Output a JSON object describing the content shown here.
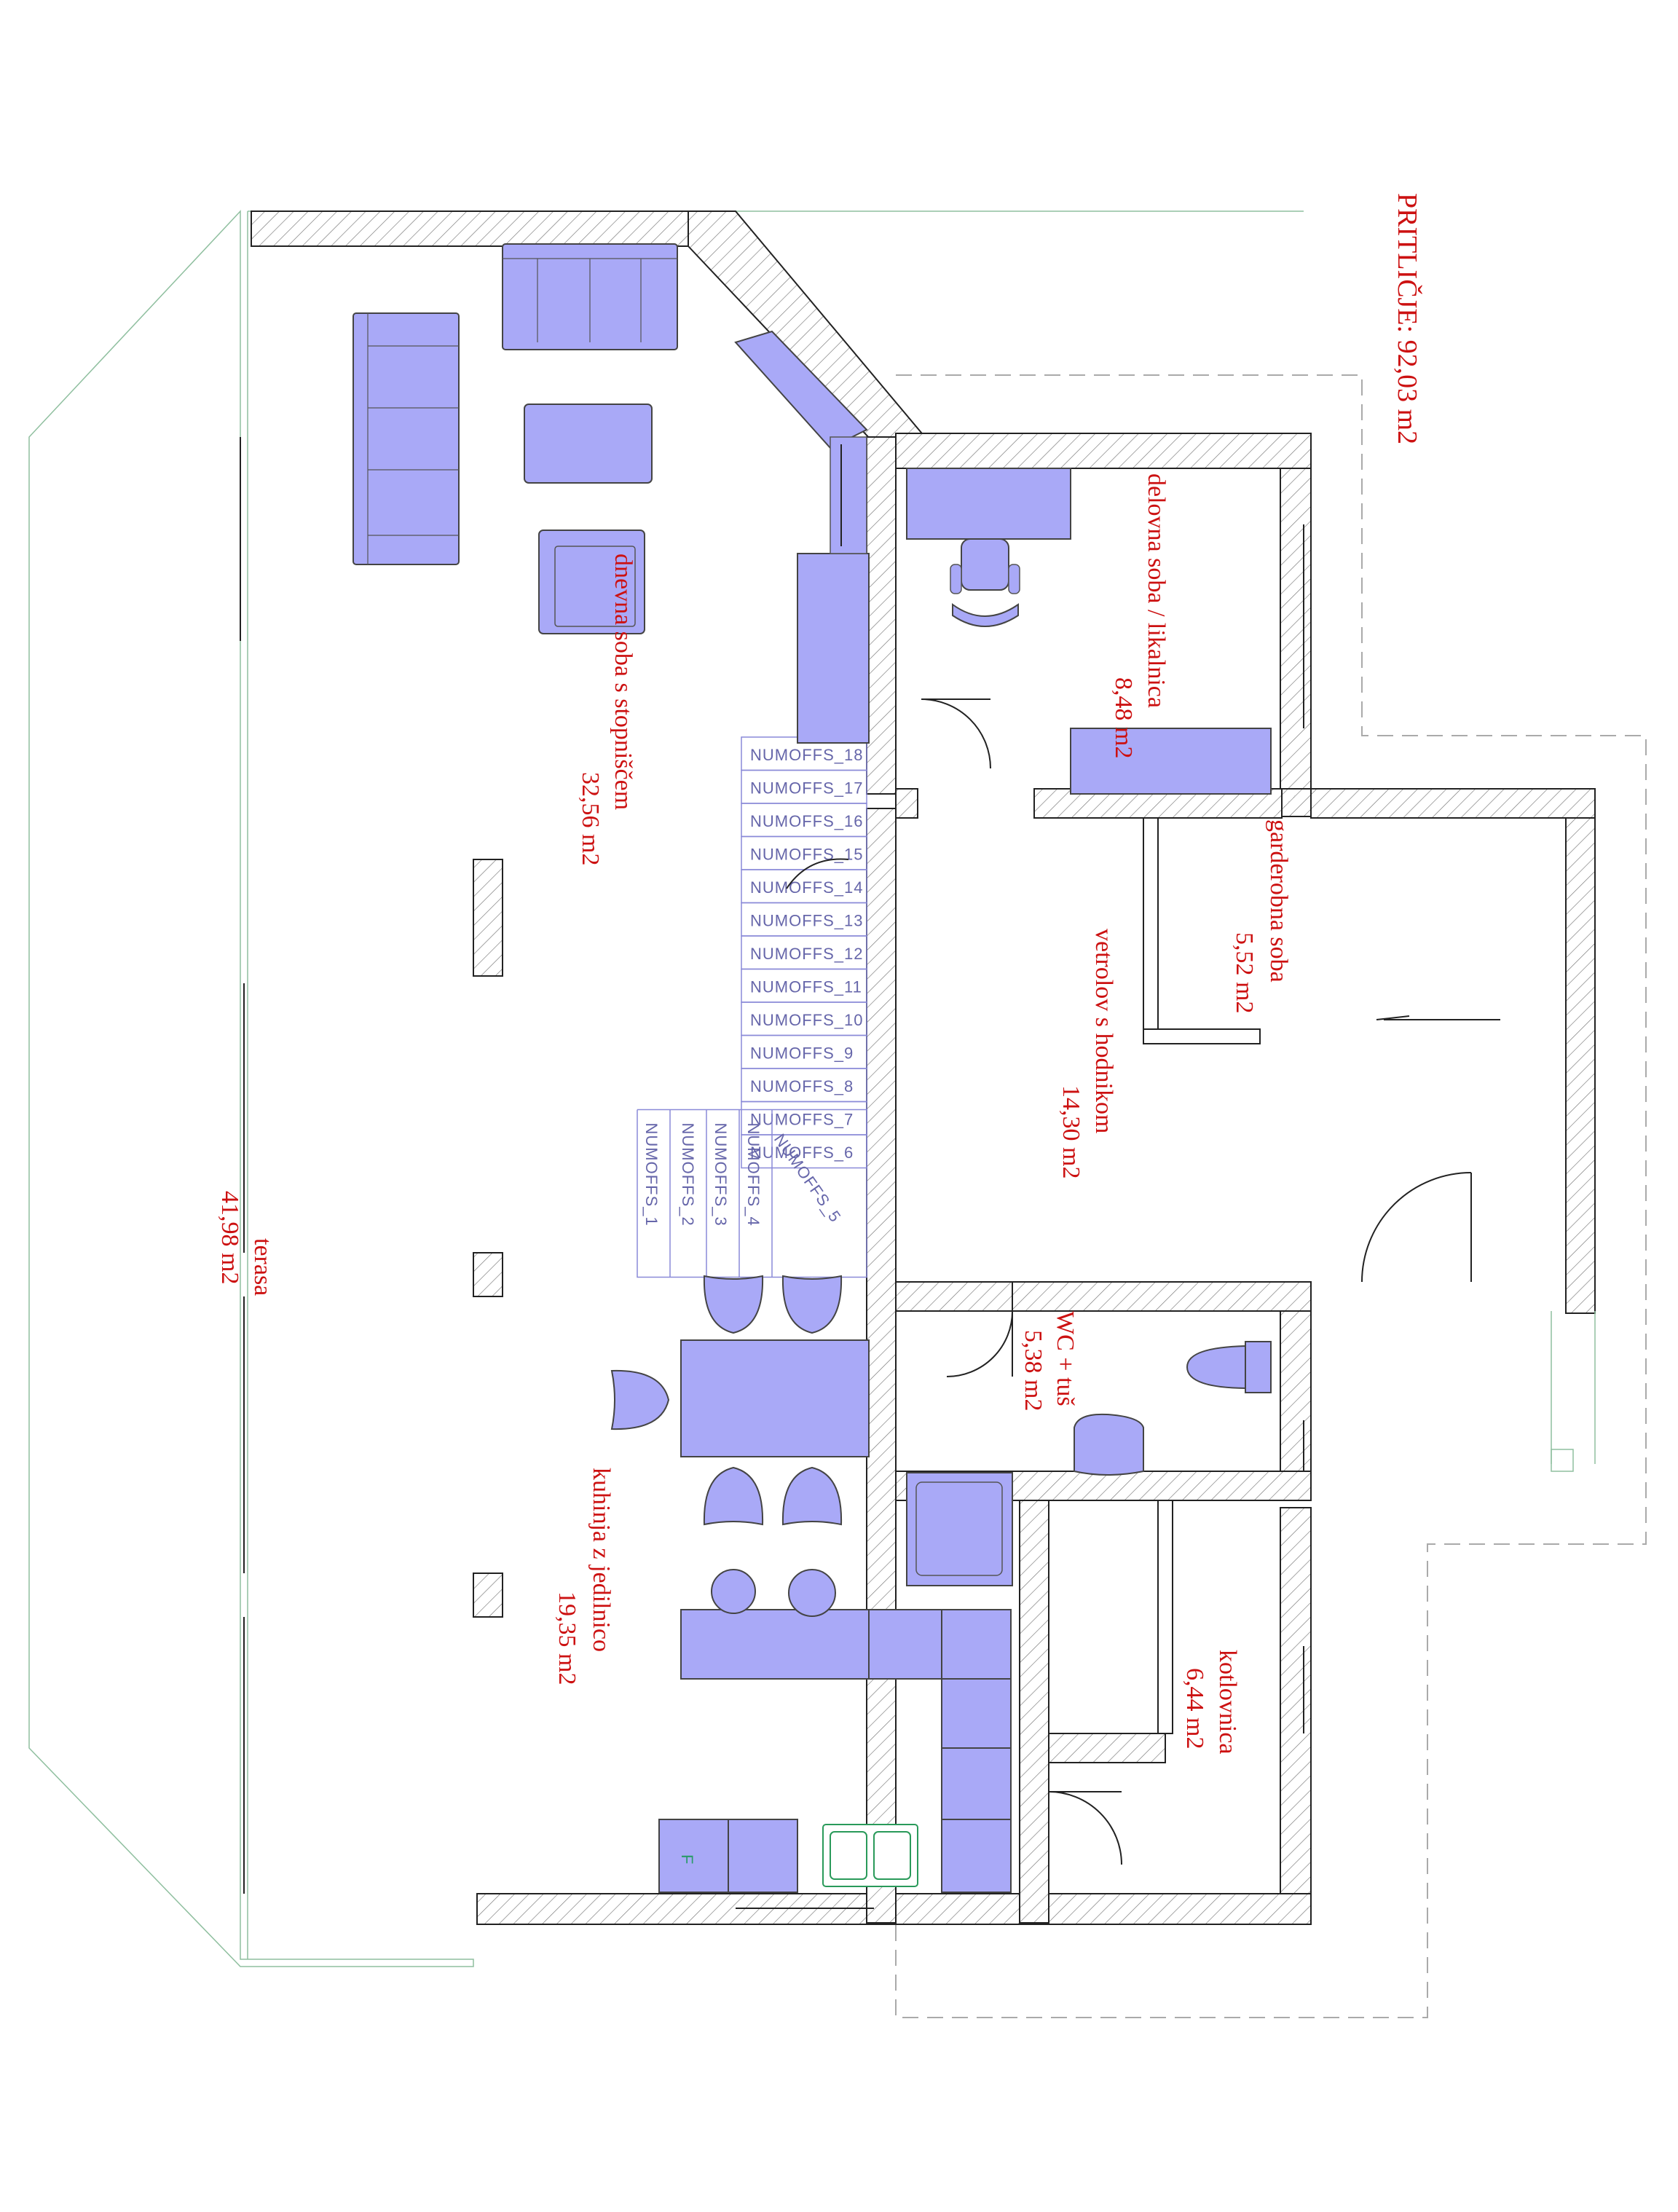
{
  "title": "PRITLIČJE: 92,03 m2",
  "rooms": [
    {
      "key": "dnevna",
      "name": "dnevna soba s stopniščem",
      "area": "32,56 m2"
    },
    {
      "key": "delovna",
      "name": "delovna soba / likalnica",
      "area": "8,48 m2"
    },
    {
      "key": "garderobna",
      "name": "garderobna soba",
      "area": "5,52 m2"
    },
    {
      "key": "vetrolov",
      "name": "vetrolov s hodnikom",
      "area": "14,30 m2"
    },
    {
      "key": "wc",
      "name": "WC + tuš",
      "area": "5,38 m2"
    },
    {
      "key": "kuhinja",
      "name": "kuhinja z jedilnico",
      "area": "19,35 m2"
    },
    {
      "key": "kotlovnica",
      "name": "kotlovnica",
      "area": "6,44 m2"
    },
    {
      "key": "terasa",
      "name": "terasa",
      "area": "41,98 m2"
    }
  ],
  "stairs": {
    "steps": [
      "NUMOFFS_18",
      "NUMOFFS_17",
      "NUMOFFS_16",
      "NUMOFFS_15",
      "NUMOFFS_14",
      "NUMOFFS_13",
      "NUMOFFS_12",
      "NUMOFFS_11",
      "NUMOFFS_10",
      "NUMOFFS_9",
      "NUMOFFS_8",
      "NUMOFFS_7",
      "NUMOFFS_6"
    ],
    "winders": [
      "NUMOFFS_1",
      "NUMOFFS_2",
      "NUMOFFS_3",
      "NUMOFFS_4",
      "NUMOFFS_5"
    ]
  },
  "fridge_label": "F",
  "colors": {
    "furniture": "#a9a9f7",
    "label": "#cc1111",
    "guide": "#8fbf9f"
  }
}
